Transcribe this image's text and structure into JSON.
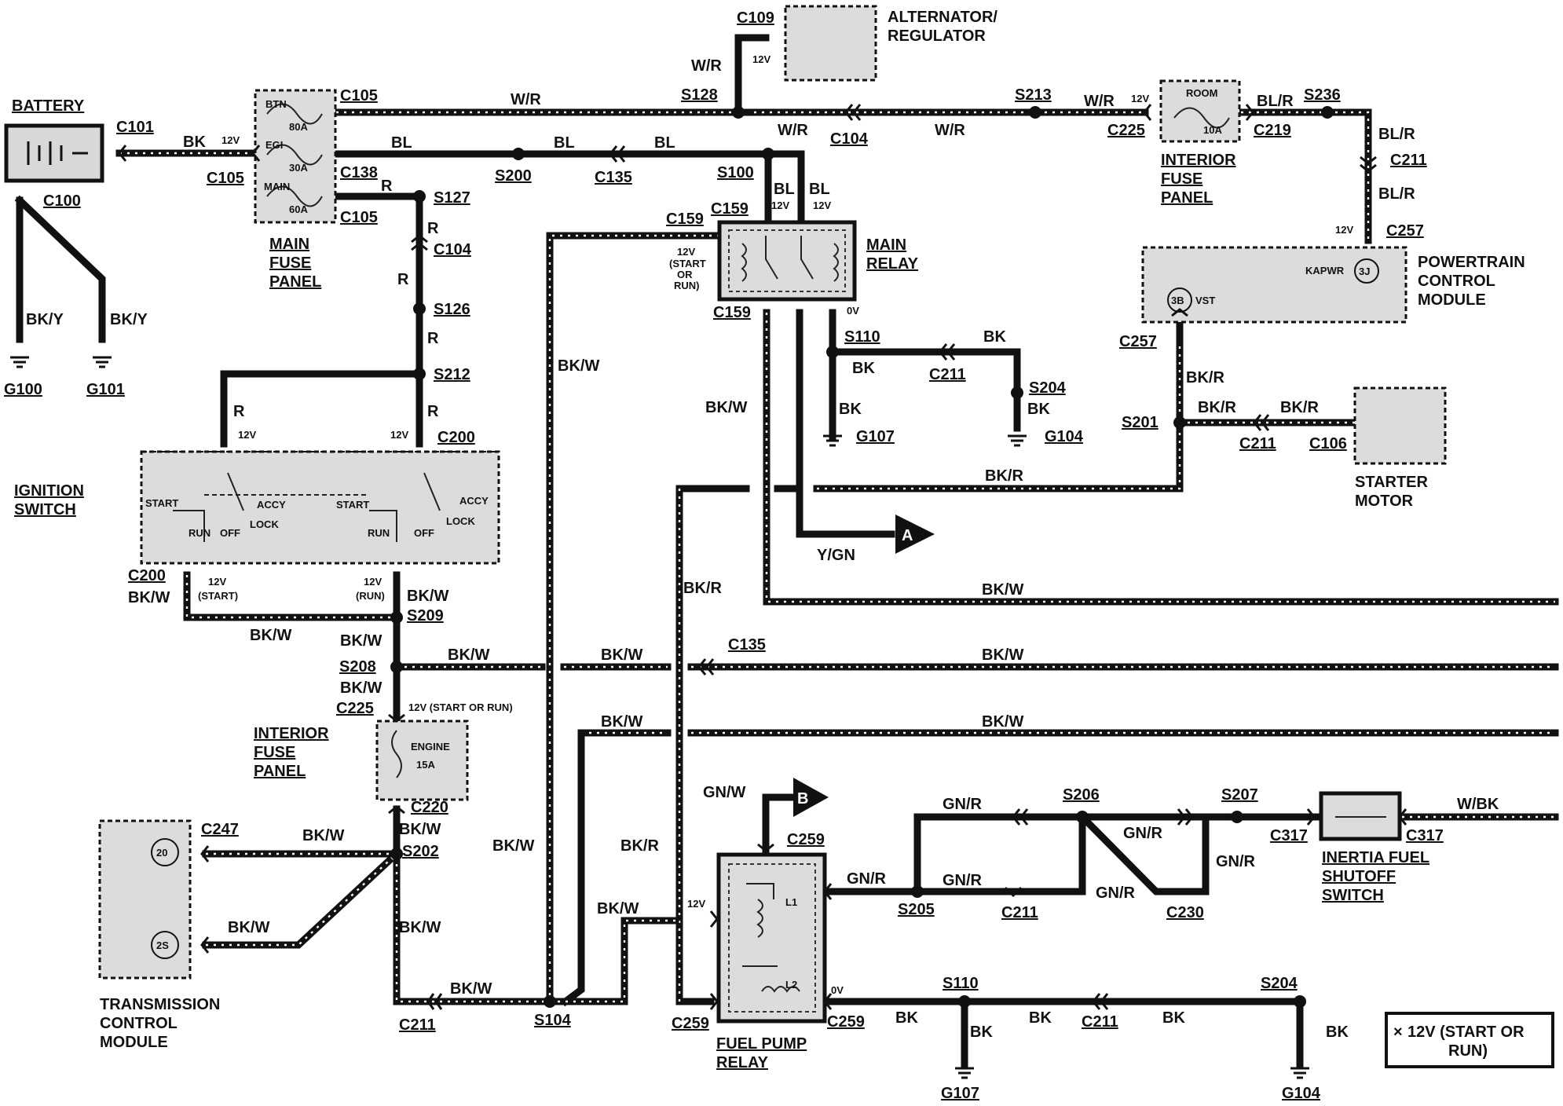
{
  "components": {
    "battery": "BATTERY",
    "main_fuse_panel": [
      "MAIN",
      "FUSE",
      "PANEL"
    ],
    "fuse_btn": "BTN",
    "fuse_80a": "80A",
    "fuse_egi": "EGI",
    "fuse_30a": "30A",
    "fuse_main": "MAIN",
    "fuse_60a": "60A",
    "alternator": [
      "ALTERNATOR/",
      "REGULATOR"
    ],
    "interior_fuse_panel_top": [
      "INTERIOR",
      "FUSE",
      "PANEL"
    ],
    "fuse_room": "ROOM",
    "fuse_10a": "10A",
    "main_relay": [
      "MAIN",
      "RELAY"
    ],
    "pcm": [
      "POWERTRAIN",
      "CONTROL",
      "MODULE"
    ],
    "pcm_pin_kapwr": "KAPWR",
    "pcm_pin_3j": "3J",
    "pcm_pin_3b": "3B",
    "pcm_pin_vst": "VST",
    "starter_motor": [
      "STARTER",
      "MOTOR"
    ],
    "ignition_switch": [
      "IGNITION",
      "SWITCH"
    ],
    "ign_start": "START",
    "ign_run": "RUN",
    "ign_off": "OFF",
    "ign_lock": "LOCK",
    "ign_accy": "ACCY",
    "interior_fuse_panel_bottom": [
      "INTERIOR",
      "FUSE",
      "PANEL"
    ],
    "fuse_engine": "ENGINE",
    "fuse_15a": "15A",
    "tcm": [
      "TRANSMISSION",
      "CONTROL",
      "MODULE"
    ],
    "tcm_pin_20": "20",
    "tcm_pin_2s": "2S",
    "fuel_pump_relay": [
      "FUEL PUMP",
      "RELAY"
    ],
    "relay_l1": "L1",
    "relay_l2": "L2",
    "inertia_switch": [
      "INERTIA FUEL",
      "SHUTOFF",
      "SWITCH"
    ],
    "arrow_a": "A",
    "arrow_b": "B"
  },
  "connectors": {
    "c101": "C101",
    "c100": "C100",
    "c105a": "C105",
    "c105b": "C105",
    "c105c": "C105",
    "c138": "C138",
    "c109": "C109",
    "s128": "S128",
    "s213": "S213",
    "c225a": "C225",
    "c219": "C219",
    "s236": "S236",
    "c211a": "C211",
    "c257a": "C257",
    "c257b": "C257",
    "c104a": "C104",
    "s100": "S100",
    "s200": "S200",
    "c135a": "C135",
    "s127": "S127",
    "c104b": "C104",
    "s126": "S126",
    "s212": "S212",
    "c200a": "C200",
    "c200b": "C200",
    "c159a": "C159",
    "c159b": "C159",
    "c159c": "C159",
    "s110a": "S110",
    "c211b": "C211",
    "s204a": "S204",
    "g107a": "G107",
    "g104a": "G104",
    "s201": "S201",
    "c211c": "C211",
    "c106": "C106",
    "g100": "G100",
    "g101": "G101",
    "s209": "S209",
    "s208": "S208",
    "c225b": "C225",
    "c220": "C220",
    "c247": "C247",
    "s202": "S202",
    "c211d": "C211",
    "s104": "S104",
    "c135b": "C135",
    "c259a": "C259",
    "c259b": "C259",
    "c259c": "C259",
    "s205": "S205",
    "c211e": "C211",
    "s206": "S206",
    "c230": "C230",
    "s207": "S207",
    "c317a": "C317",
    "c317b": "C317",
    "s110b": "S110",
    "c211f": "C211",
    "s204b": "S204",
    "g107b": "G107",
    "g104b": "G104"
  },
  "wires": {
    "bk": "BK",
    "bk_y": "BK/Y",
    "wr": "W/R",
    "bl": "BL",
    "r": "R",
    "br": "BL/R",
    "bkw": "BK/W",
    "bkr": "BK/R",
    "ygn": "Y/GN",
    "gnw": "GN/W",
    "gnr": "GN/R",
    "wbk": "W/BK"
  },
  "voltages": {
    "v12": "12V",
    "v0": "0V",
    "start": "(START)",
    "run": "(RUN)",
    "start_or_run": "12V (START OR RUN)",
    "relay_12v_a": "12V",
    "relay_12v_b": "(START",
    "relay_12v_c": "OR",
    "relay_12v_d": "RUN)",
    "fpr_12v": "12V"
  },
  "legend": {
    "mark": "×",
    "line1": "12V (START OR",
    "line2": "RUN)"
  }
}
